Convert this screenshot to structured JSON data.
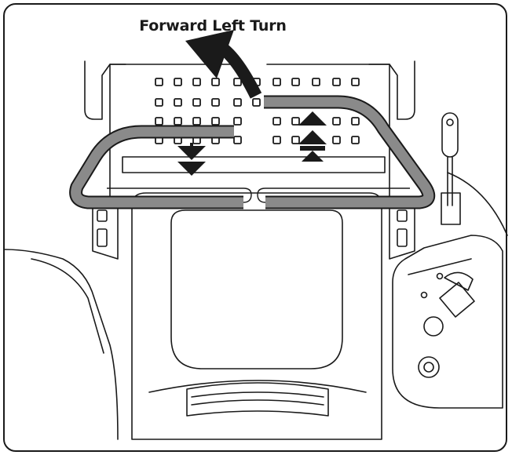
{
  "caption": {
    "title": "Forward Left Turn"
  },
  "colors": {
    "line": "#1a1a1a",
    "lever_fill": "#8a8a8a",
    "background": "#ffffff"
  },
  "motion": {
    "left_lever": "pulled back",
    "right_lever": "pushed forward",
    "turn": "forward left"
  }
}
